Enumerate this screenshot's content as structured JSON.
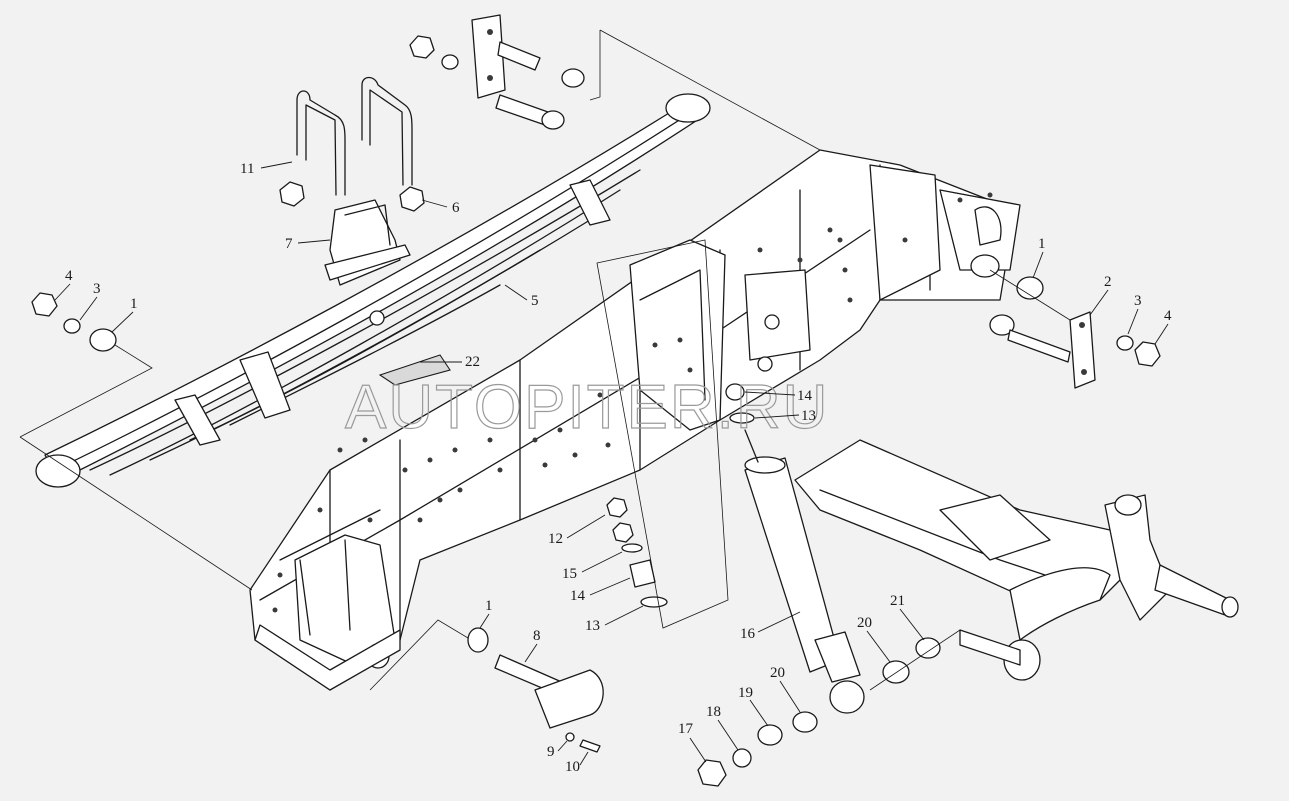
{
  "watermark": "AUTOPITER.RU",
  "callouts": [
    {
      "id": "c-4-left",
      "label": "4"
    },
    {
      "id": "c-3-left",
      "label": "3"
    },
    {
      "id": "c-1-left",
      "label": "1"
    },
    {
      "id": "c-11",
      "label": "11"
    },
    {
      "id": "c-6",
      "label": "6"
    },
    {
      "id": "c-7",
      "label": "7"
    },
    {
      "id": "c-5",
      "label": "5"
    },
    {
      "id": "c-22",
      "label": "22"
    },
    {
      "id": "c-1-right",
      "label": "1"
    },
    {
      "id": "c-2",
      "label": "2"
    },
    {
      "id": "c-3-right",
      "label": "3"
    },
    {
      "id": "c-4-right",
      "label": "4"
    },
    {
      "id": "c-14-top",
      "label": "14"
    },
    {
      "id": "c-13-top",
      "label": "13"
    },
    {
      "id": "c-12",
      "label": "12"
    },
    {
      "id": "c-15",
      "label": "15"
    },
    {
      "id": "c-14-mid",
      "label": "14"
    },
    {
      "id": "c-13-mid",
      "label": "13"
    },
    {
      "id": "c-16",
      "label": "16"
    },
    {
      "id": "c-1-bottom",
      "label": "1"
    },
    {
      "id": "c-8",
      "label": "8"
    },
    {
      "id": "c-9",
      "label": "9"
    },
    {
      "id": "c-10",
      "label": "10"
    },
    {
      "id": "c-17",
      "label": "17"
    },
    {
      "id": "c-18",
      "label": "18"
    },
    {
      "id": "c-19",
      "label": "19"
    },
    {
      "id": "c-20-lower",
      "label": "20"
    },
    {
      "id": "c-20-upper",
      "label": "20"
    },
    {
      "id": "c-21",
      "label": "21"
    }
  ]
}
